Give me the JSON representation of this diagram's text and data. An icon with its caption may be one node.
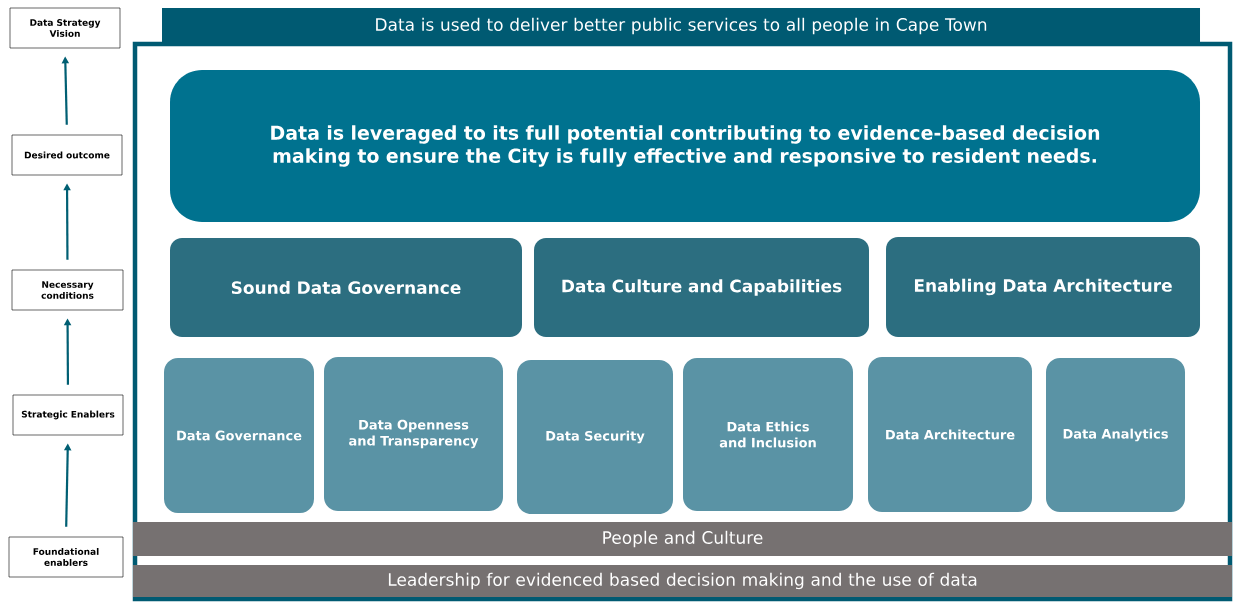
{
  "diagram": {
    "nodes": [
      {
        "text": [
          "Data Strategy Vision"
        ]
      },
      {
        "text": [
          "Desired outcome"
        ]
      },
      {
        "text": [
          "Necessary conditions"
        ]
      },
      {
        "text": [
          "Strategic Enablers"
        ]
      },
      {
        "text": [
          "Foundational enablers"
        ]
      },
      {
        "text": [
          "Data is used to deliver better public services to all people in Cape Town"
        ]
      },
      {
        "text": [
          "Data is leveraged to its full potential contributing to evidence-based decision making to ensure the City is fully effective and responsive to resident needs."
        ]
      },
      {
        "text": [
          "Sound Data Governance"
        ]
      },
      {
        "text": [
          "Data Culture and Capabilities"
        ]
      },
      {
        "text": [
          "Enabling Data Architecture"
        ]
      },
      {
        "text": [
          "Data Governance"
        ]
      },
      {
        "text": [
          "Data Openness and Transparency"
        ]
      },
      {
        "text": [
          "Data Security"
        ]
      },
      {
        "text": [
          "Data Ethics and Inclusion"
        ]
      },
      {
        "text": [
          "Data Architecture"
        ]
      },
      {
        "text": [
          "Data Analytics"
        ]
      },
      {
        "text": [
          "People and Culture"
        ]
      },
      {
        "text": [
          "Leadership for evidenced based decision making and the use of data"
        ]
      }
    ],
    "edges": [
      {
        "from": 4,
        "to": 3,
        "arrow": "to"
      },
      {
        "from": 3,
        "to": 2,
        "arrow": "to"
      },
      {
        "from": 2,
        "to": 1,
        "arrow": "to"
      },
      {
        "from": 1,
        "to": 0,
        "arrow": "to"
      }
    ]
  }
}
